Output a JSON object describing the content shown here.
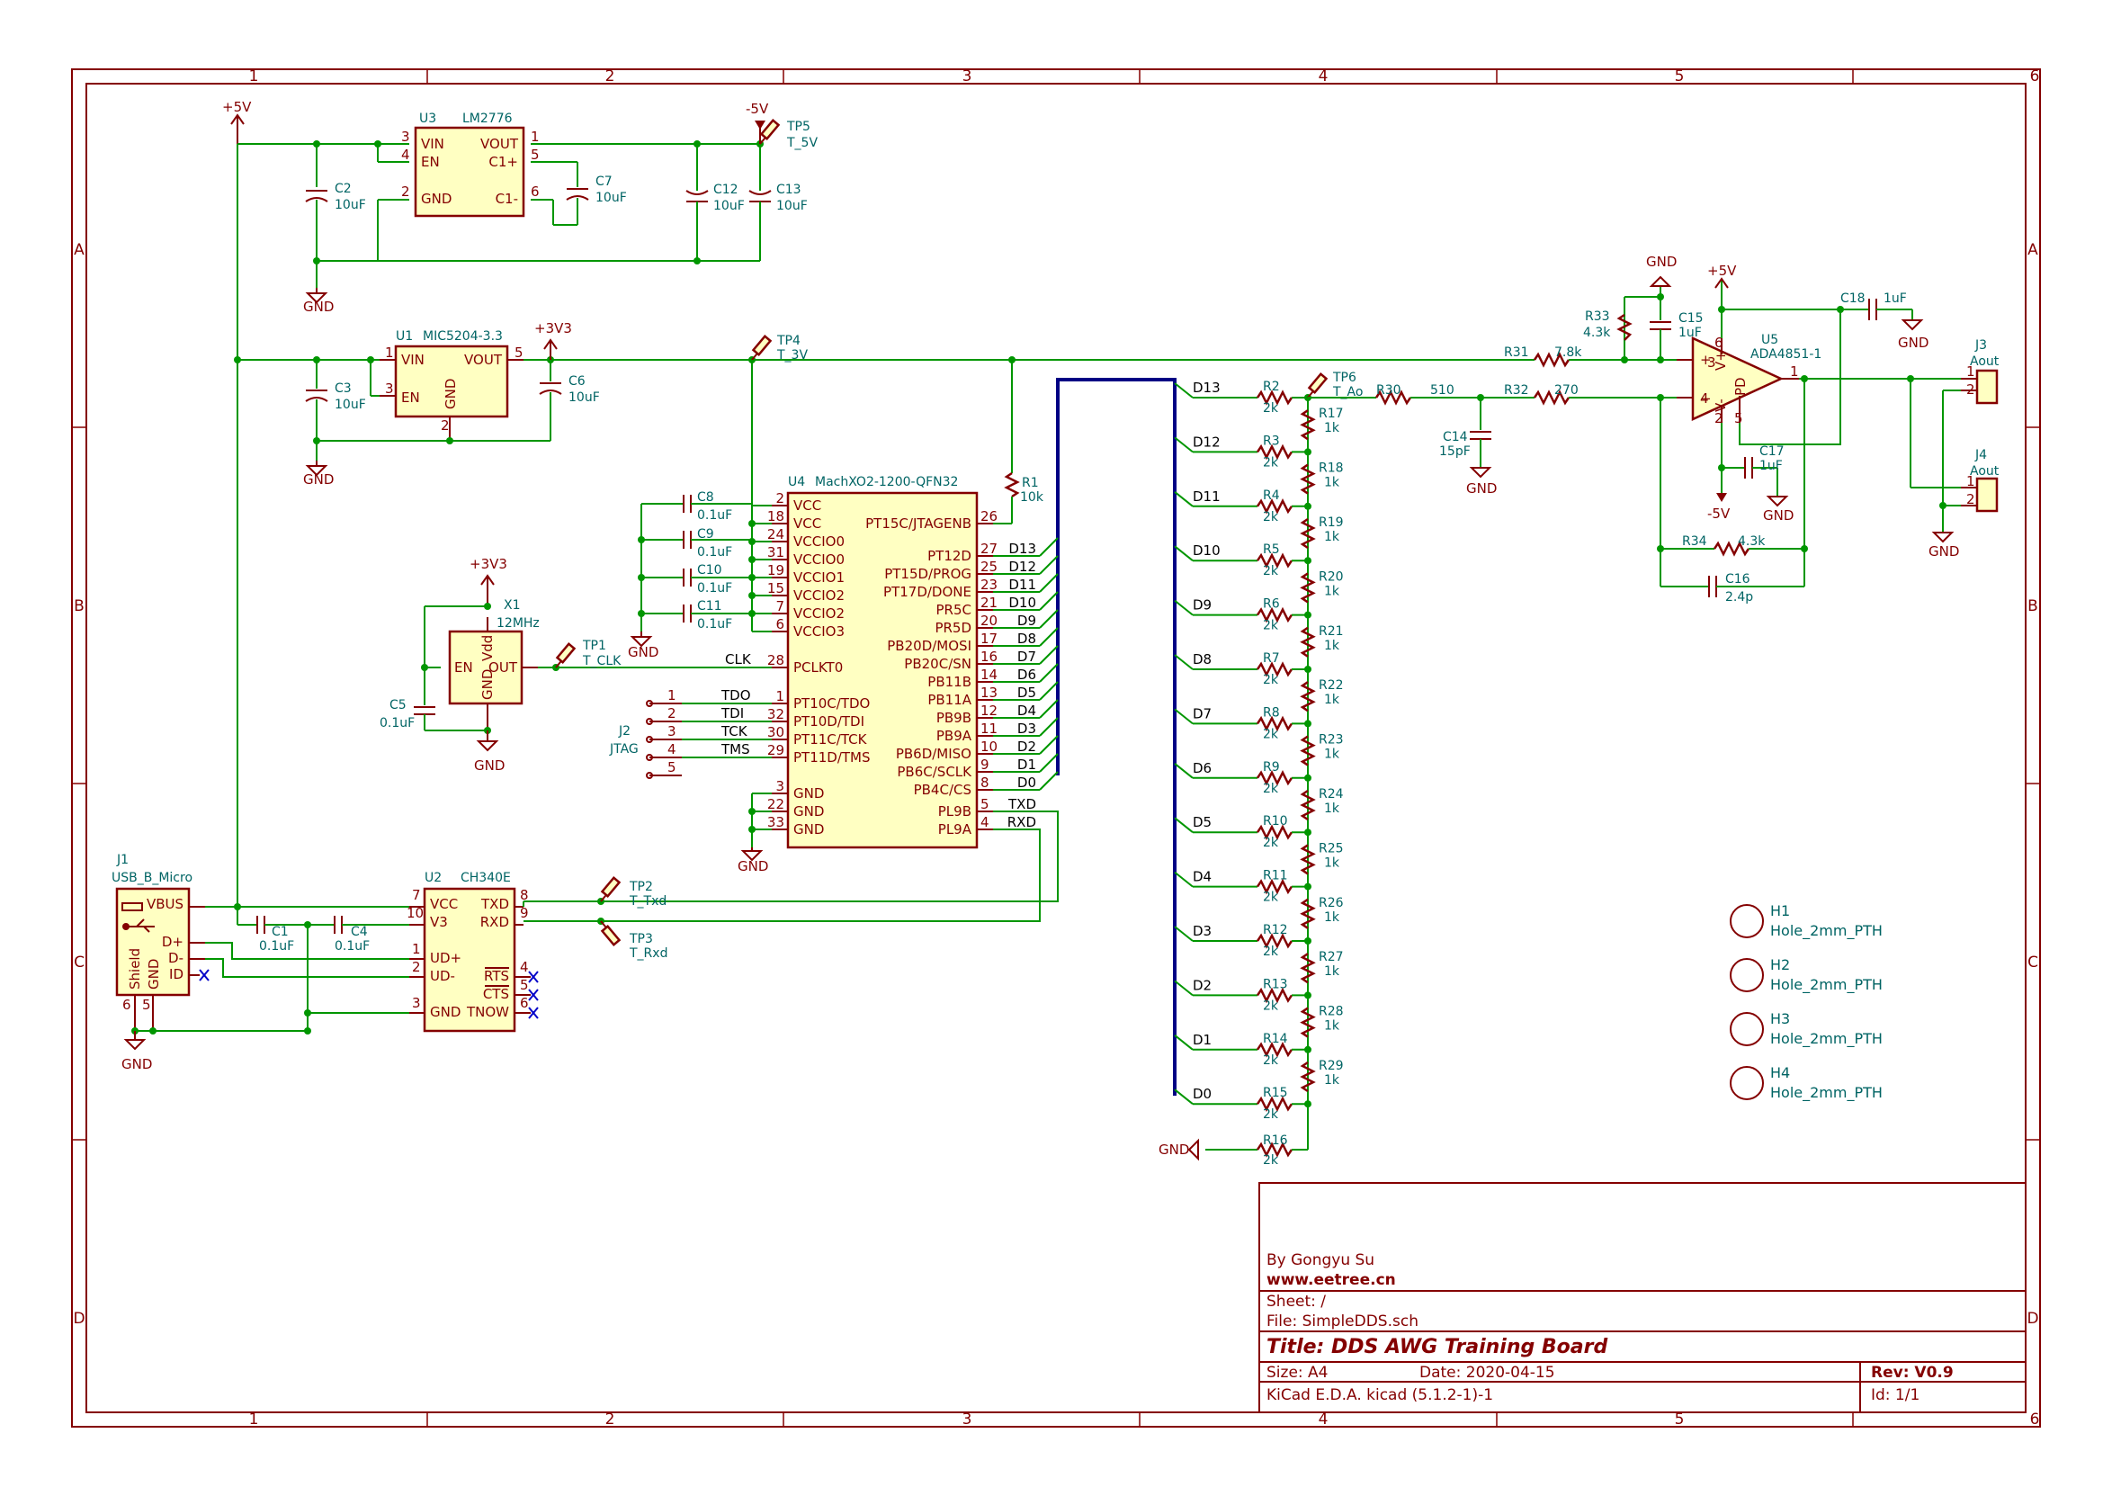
{
  "frame": {
    "columns": [
      "1",
      "2",
      "3",
      "4",
      "5",
      "6"
    ],
    "rows": [
      "A",
      "B",
      "C",
      "D"
    ]
  },
  "power": {
    "p5v": "+5V",
    "m5v": "-5V",
    "p3v3": "+3V3",
    "gnd": "GND"
  },
  "parts": {
    "u3": {
      "ref": "U3",
      "value": "LM2776",
      "pins": [
        "VIN",
        "EN",
        "GND",
        "VOUT",
        "C1+",
        "C1-"
      ],
      "nums": [
        "3",
        "4",
        "2",
        "1",
        "5",
        "6"
      ]
    },
    "u1": {
      "ref": "U1",
      "value": "MIC5204-3.3",
      "pins": [
        "VIN",
        "EN",
        "VOUT",
        "GND"
      ],
      "nums": [
        "1",
        "3",
        "5",
        "2"
      ]
    },
    "u4": {
      "ref": "U4",
      "value": "MachXO2-1200-QFN32"
    },
    "u2": {
      "ref": "U2",
      "value": "CH340E",
      "pins": [
        "VCC",
        "V3",
        "UD+",
        "UD-",
        "GND",
        "TXD",
        "RXD",
        "RTS",
        "CTS",
        "TNOW"
      ],
      "nums": [
        "7",
        "10",
        "1",
        "2",
        "3",
        "8",
        "9",
        "4",
        "5",
        "6"
      ]
    },
    "u5": {
      "ref": "U5",
      "value": "ADA4851-1"
    },
    "x1": {
      "ref": "X1",
      "value": "12MHz",
      "pins": [
        "EN",
        "OUT",
        "Vdd",
        "GND"
      ]
    },
    "j1": {
      "ref": "J1",
      "value": "USB_B_Micro",
      "pins": [
        "VBUS",
        "D+",
        "D-",
        "ID",
        "Shield",
        "GND"
      ]
    },
    "j2": {
      "ref": "J2",
      "value": "JTAG"
    },
    "j3": {
      "ref": "J3",
      "value": "Aout"
    },
    "j4": {
      "ref": "J4",
      "value": "Aout"
    }
  },
  "caps": [
    {
      "ref": "C2",
      "value": "10uF"
    },
    {
      "ref": "C7",
      "value": "10uF"
    },
    {
      "ref": "C12",
      "value": "10uF"
    },
    {
      "ref": "C13",
      "value": "10uF"
    },
    {
      "ref": "C3",
      "value": "10uF"
    },
    {
      "ref": "C6",
      "value": "10uF"
    },
    {
      "ref": "C8",
      "value": "0.1uF"
    },
    {
      "ref": "C9",
      "value": "0.1uF"
    },
    {
      "ref": "C10",
      "value": "0.1uF"
    },
    {
      "ref": "C11",
      "value": "0.1uF"
    },
    {
      "ref": "C5",
      "value": "0.1uF"
    },
    {
      "ref": "C1",
      "value": "0.1uF"
    },
    {
      "ref": "C4",
      "value": "0.1uF"
    },
    {
      "ref": "C14",
      "value": "15pF"
    },
    {
      "ref": "C15",
      "value": "1uF"
    },
    {
      "ref": "C16",
      "value": "2.4p"
    },
    {
      "ref": "C17",
      "value": "1uF"
    },
    {
      "ref": "C18",
      "value": "1uF"
    }
  ],
  "testpoints": [
    {
      "ref": "TP5",
      "net": "T_5V"
    },
    {
      "ref": "TP4",
      "net": "T_3V"
    },
    {
      "ref": "TP1",
      "net": "T_CLK"
    },
    {
      "ref": "TP2",
      "net": "T_Txd"
    },
    {
      "ref": "TP3",
      "net": "T_Rxd"
    },
    {
      "ref": "TP6",
      "net": "T_Ao"
    }
  ],
  "u4_left": [
    {
      "num": "2",
      "name": "VCC"
    },
    {
      "num": "18",
      "name": "VCC"
    },
    {
      "num": "24",
      "name": "VCCIO0"
    },
    {
      "num": "31",
      "name": "VCCIO0"
    },
    {
      "num": "19",
      "name": "VCCIO1"
    },
    {
      "num": "15",
      "name": "VCCIO2"
    },
    {
      "num": "7",
      "name": "VCCIO2"
    },
    {
      "num": "6",
      "name": "VCCIO3"
    },
    {
      "num": "28",
      "name": "PCLKT0"
    },
    {
      "num": "1",
      "name": "PT10C/TDO"
    },
    {
      "num": "32",
      "name": "PT10D/TDI"
    },
    {
      "num": "30",
      "name": "PT11C/TCK"
    },
    {
      "num": "29",
      "name": "PT11D/TMS"
    },
    {
      "num": "3",
      "name": "GND"
    },
    {
      "num": "22",
      "name": "GND"
    },
    {
      "num": "33",
      "name": "GND"
    }
  ],
  "u4_right": [
    {
      "num": "26",
      "name": "PT15C/JTAGENB",
      "net": ""
    },
    {
      "num": "27",
      "name": "PT12D",
      "net": "D13"
    },
    {
      "num": "25",
      "name": "PT15D/PROG",
      "net": "D12"
    },
    {
      "num": "23",
      "name": "PT17D/DONE",
      "net": "D11"
    },
    {
      "num": "21",
      "name": "PR5C",
      "net": "D10"
    },
    {
      "num": "20",
      "name": "PR5D",
      "net": "D9"
    },
    {
      "num": "17",
      "name": "PB20D/MOSI",
      "net": "D8"
    },
    {
      "num": "16",
      "name": "PB20C/SN",
      "net": "D7"
    },
    {
      "num": "14",
      "name": "PB11B",
      "net": "D6"
    },
    {
      "num": "13",
      "name": "PB11A",
      "net": "D5"
    },
    {
      "num": "12",
      "name": "PB9B",
      "net": "D4"
    },
    {
      "num": "11",
      "name": "PB9A",
      "net": "D3"
    },
    {
      "num": "10",
      "name": "PB6D/MISO",
      "net": "D2"
    },
    {
      "num": "9",
      "name": "PB6C/SCLK",
      "net": "D1"
    },
    {
      "num": "8",
      "name": "PB4C/CS",
      "net": "D0"
    },
    {
      "num": "5",
      "name": "PL9B",
      "net": "TXD"
    },
    {
      "num": "4",
      "name": "PL9A",
      "net": "RXD"
    }
  ],
  "jtag_nets": [
    {
      "num": "1",
      "net": "TDO"
    },
    {
      "num": "2",
      "net": "TDI"
    },
    {
      "num": "3",
      "net": "TCK"
    },
    {
      "num": "4",
      "net": "TMS"
    },
    {
      "num": "5",
      "net": ""
    }
  ],
  "nets": {
    "clk": "CLK",
    "txd": "TXD",
    "rxd": "RXD"
  },
  "r2r_inputs": [
    {
      "net": "D13",
      "ref": "R2",
      "value": "2k"
    },
    {
      "net": "D12",
      "ref": "R3",
      "value": "2k"
    },
    {
      "net": "D11",
      "ref": "R4",
      "value": "2k"
    },
    {
      "net": "D10",
      "ref": "R5",
      "value": "2k"
    },
    {
      "net": "D9",
      "ref": "R6",
      "value": "2k"
    },
    {
      "net": "D8",
      "ref": "R7",
      "value": "2k"
    },
    {
      "net": "D7",
      "ref": "R8",
      "value": "2k"
    },
    {
      "net": "D6",
      "ref": "R9",
      "value": "2k"
    },
    {
      "net": "D5",
      "ref": "R10",
      "value": "2k"
    },
    {
      "net": "D4",
      "ref": "R11",
      "value": "2k"
    },
    {
      "net": "D3",
      "ref": "R12",
      "value": "2k"
    },
    {
      "net": "D2",
      "ref": "R13",
      "value": "2k"
    },
    {
      "net": "D1",
      "ref": "R14",
      "value": "2k"
    },
    {
      "net": "D0",
      "ref": "R15",
      "value": "2k"
    }
  ],
  "r2r_ladder": [
    {
      "ref": "R17",
      "value": "1k"
    },
    {
      "ref": "R18",
      "value": "1k"
    },
    {
      "ref": "R19",
      "value": "1k"
    },
    {
      "ref": "R20",
      "value": "1k"
    },
    {
      "ref": "R21",
      "value": "1k"
    },
    {
      "ref": "R22",
      "value": "1k"
    },
    {
      "ref": "R23",
      "value": "1k"
    },
    {
      "ref": "R24",
      "value": "1k"
    },
    {
      "ref": "R25",
      "value": "1k"
    },
    {
      "ref": "R26",
      "value": "1k"
    },
    {
      "ref": "R27",
      "value": "1k"
    },
    {
      "ref": "R28",
      "value": "1k"
    },
    {
      "ref": "R29",
      "value": "1k"
    }
  ],
  "r16": {
    "ref": "R16",
    "value": "2k"
  },
  "other_res": {
    "r1": {
      "ref": "R1",
      "value": "10k"
    },
    "r30": {
      "ref": "R30",
      "value": "510"
    },
    "r31": {
      "ref": "R31",
      "value": "7.8k"
    },
    "r32": {
      "ref": "R32",
      "value": "270"
    },
    "r33": {
      "ref": "R33",
      "value": "4.3k"
    },
    "r34": {
      "ref": "R34",
      "value": "4.3k"
    }
  },
  "u5_pins": {
    "vp": "V+",
    "vm": "V-",
    "pd": "PD"
  },
  "holes": [
    {
      "ref": "H1",
      "value": "Hole_2mm_PTH"
    },
    {
      "ref": "H2",
      "value": "Hole_2mm_PTH"
    },
    {
      "ref": "H3",
      "value": "Hole_2mm_PTH"
    },
    {
      "ref": "H4",
      "value": "Hole_2mm_PTH"
    }
  ],
  "title_block": {
    "author": "By Gongyu Su",
    "website": "www.eetree.cn",
    "sheet": "Sheet: /",
    "file": "File: SimpleDDS.sch",
    "title": "Title: DDS AWG Training Board",
    "size": "Size: A4",
    "date": "Date: 2020-04-15",
    "rev": "Rev: V0.9",
    "tool": "KiCad E.D.A.  kicad (5.1.2-1)-1",
    "id": "Id: 1/1"
  }
}
